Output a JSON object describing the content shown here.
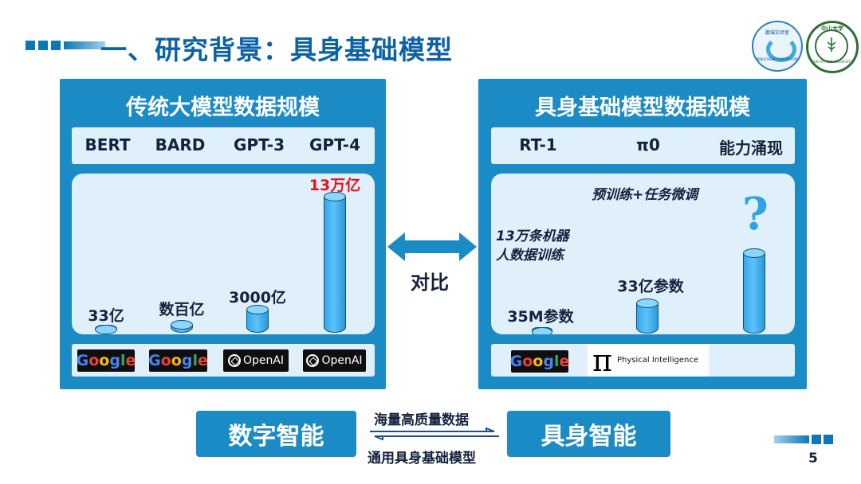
{
  "header": {
    "title": "一、研究背景：具身基础模型"
  },
  "logos": {
    "lab_cn": "鹏城实验室",
    "lab_en": "PENGCHENG LABORATORY",
    "uni_cn": "中山大学",
    "uni_en": "SUN YAT-SEN UNIVERSITY"
  },
  "left_panel": {
    "title": "传统大模型数据规模",
    "models": [
      "BERT",
      "BARD",
      "GPT-3",
      "GPT-4"
    ],
    "labels": [
      "33亿",
      "数百亿",
      "3000亿",
      "13万亿"
    ],
    "highlight_color": "#e8121b",
    "companies": [
      "Google",
      "Google",
      "OpenAI",
      "OpenAI"
    ]
  },
  "right_panel": {
    "title": "具身基础模型数据规模",
    "models": [
      "RT-1",
      "π0",
      "能力涌现"
    ],
    "labels": [
      "35M参数",
      "33亿参数"
    ],
    "annot_top": "预训练+任务微调",
    "annot_left_1": "13万条机器",
    "annot_left_2": "人数据训练",
    "question": "?",
    "companies": [
      "Google"
    ],
    "pi_symbol": "π",
    "pi_text": "Physical Intelligence"
  },
  "center": {
    "compare_label": "对比"
  },
  "bottom": {
    "left_box": "数字智能",
    "right_box": "具身智能",
    "arrow_top": "海量高质量数据",
    "arrow_bottom": "通用具身基础模型"
  },
  "page_number": "5",
  "colors": {
    "accent": "#1b8bc6",
    "title": "#0b62a8",
    "panel_light": "#dff0fa"
  }
}
